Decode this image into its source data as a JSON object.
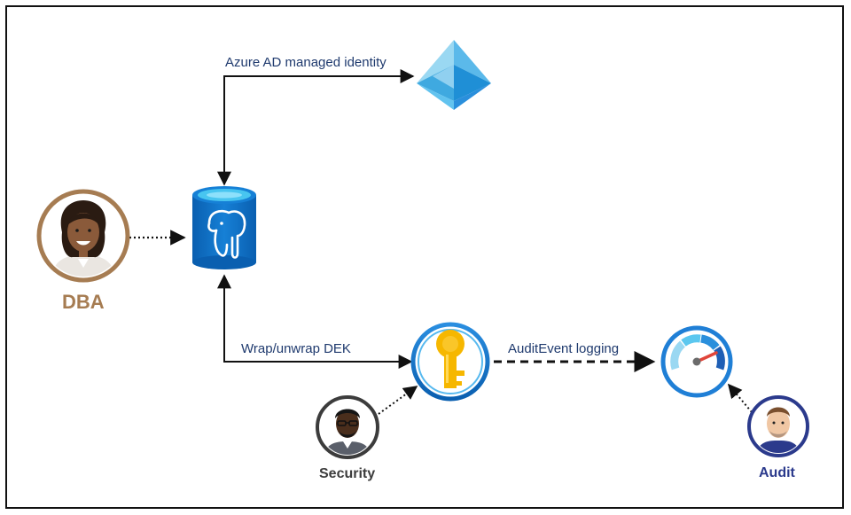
{
  "labels": {
    "azure_ad": "Azure AD managed identity",
    "wrap": "Wrap/unwrap  DEK",
    "audit_logging": "AuditEvent logging"
  },
  "roles": {
    "dba": "DBA",
    "security": "Security",
    "audit": "Audit"
  },
  "colors": {
    "dba": "#a67c52",
    "security": "#3c3c3c",
    "audit": "#2b3a8c",
    "label_text": "#1f3a6e",
    "azure_blue": "#0a6fc2",
    "keyvault_gold": "#f6b700"
  },
  "icons": {
    "azure_ad": "azure-ad-pyramid-icon",
    "postgres": "postgresql-database-icon",
    "key_vault": "key-vault-icon",
    "monitor": "azure-monitor-gauge-icon"
  }
}
